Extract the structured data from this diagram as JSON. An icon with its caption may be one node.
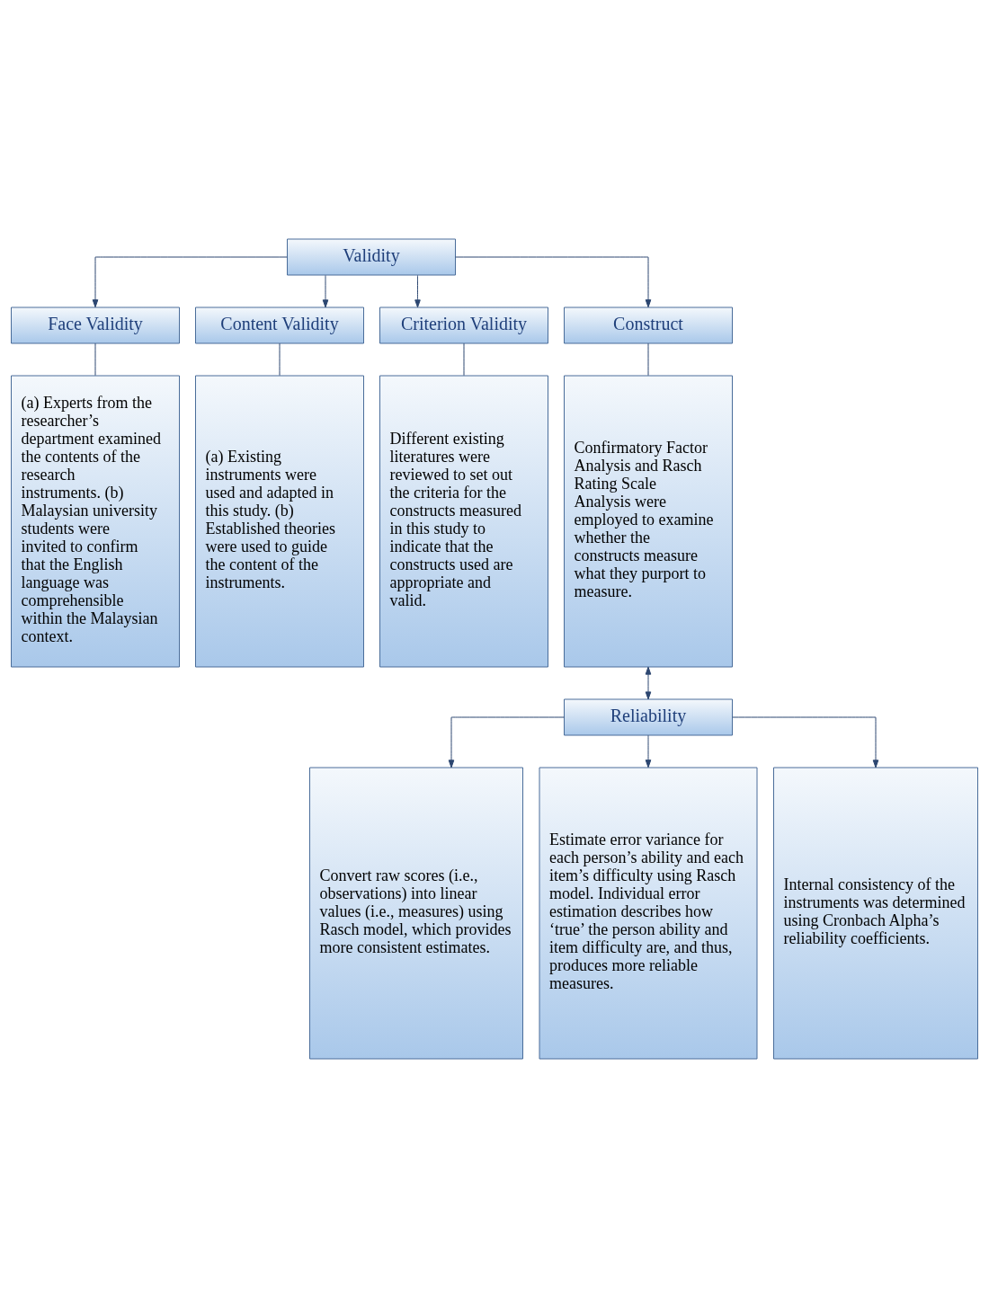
{
  "diagram": {
    "nodes": [
      {
        "text": [
          "Validity"
        ]
      },
      {
        "text": [
          "Face Validity"
        ]
      },
      {
        "text": [
          "Content Validity"
        ]
      },
      {
        "text": [
          "Criterion Validity"
        ]
      },
      {
        "text": [
          "Construct"
        ]
      },
      {
        "text": [
          "(a) Experts from the researcher’s department examined the contents of the research instruments. (b) Malaysian university students were invited to confirm that the English language was comprehensible within the Malaysian context."
        ]
      },
      {
        "text": [
          "(a) Existing instruments were used and adapted in this study. (b) Established theories were used to guide the content of the instruments."
        ]
      },
      {
        "text": [
          "Different existing literatures were reviewed to set out the criteria for the constructs measured in this study to indicate that the constructs used are appropriate and valid."
        ]
      },
      {
        "text": [
          "Confirmatory Factor Analysis and Rasch Rating Scale Analysis were employed to examine whether the constructs measure what they purport to measure."
        ]
      },
      {
        "text": [
          "Reliability"
        ]
      },
      {
        "text": [
          "Convert raw scores (i.e., observations) into linear values (i.e., measures) using Rasch model, which provides more consistent estimates."
        ]
      },
      {
        "text": [
          "Estimate error variance for each person’s ability and each item’s difficulty using Rasch model. Individual error estimation describes how ‘true’ the person ability and item difficulty are, and thus, produces more reliable measures."
        ]
      },
      {
        "text": [
          "Internal consistency of the instruments was determined using Cronbach Alpha’s reliability coefficients."
        ]
      }
    ],
    "edges": [
      {
        "from": 0,
        "to": 1,
        "arrow": "to"
      },
      {
        "from": 0,
        "to": 2,
        "arrow": "to"
      },
      {
        "from": 0,
        "to": 3,
        "arrow": "to"
      },
      {
        "from": 0,
        "to": 4,
        "arrow": "to"
      },
      {
        "from": 1,
        "to": 5,
        "arrow": "none"
      },
      {
        "from": 2,
        "to": 6,
        "arrow": "none"
      },
      {
        "from": 3,
        "to": 7,
        "arrow": "none"
      },
      {
        "from": 4,
        "to": 8,
        "arrow": "none"
      },
      {
        "from": 8,
        "to": 9,
        "arrow": "both"
      },
      {
        "from": 9,
        "to": 10,
        "arrow": "to"
      },
      {
        "from": 9,
        "to": 11,
        "arrow": "to"
      },
      {
        "from": 9,
        "to": 12,
        "arrow": "to"
      }
    ]
  }
}
